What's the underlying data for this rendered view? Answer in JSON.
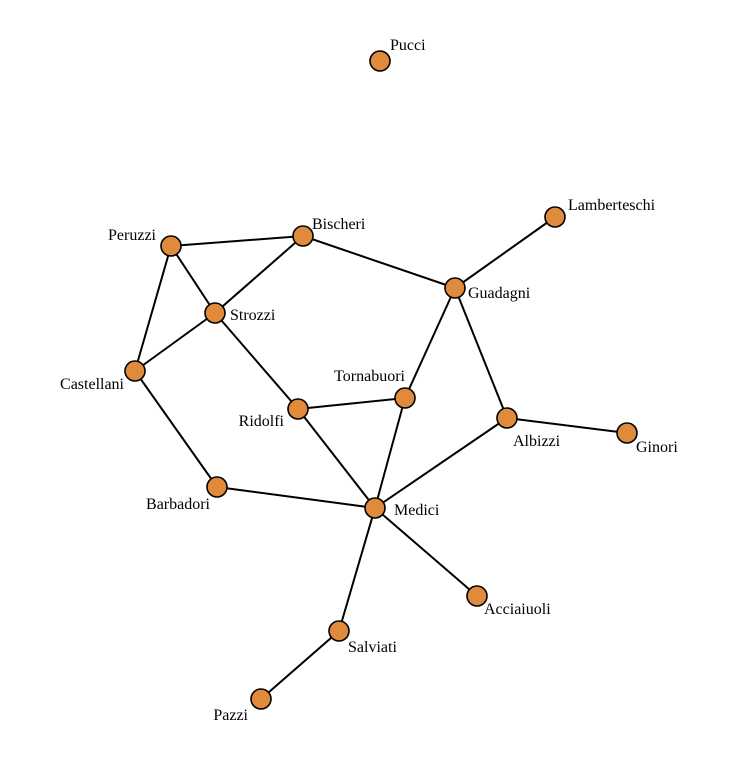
{
  "colors": {
    "node_fill": "#E08A3C",
    "node_stroke": "#000000",
    "edge": "#000000",
    "background": "#ffffff"
  },
  "nodes": [
    {
      "id": "Pucci",
      "label": "Pucci"
    },
    {
      "id": "Lamberteschi",
      "label": "Lamberteschi"
    },
    {
      "id": "Peruzzi",
      "label": "Peruzzi"
    },
    {
      "id": "Bischeri",
      "label": "Bischeri"
    },
    {
      "id": "Guadagni",
      "label": "Guadagni"
    },
    {
      "id": "Strozzi",
      "label": "Strozzi"
    },
    {
      "id": "Castellani",
      "label": "Castellani"
    },
    {
      "id": "Tornabuori",
      "label": "Tornabuori"
    },
    {
      "id": "Ridolfi",
      "label": "Ridolfi"
    },
    {
      "id": "Albizzi",
      "label": "Albizzi"
    },
    {
      "id": "Ginori",
      "label": "Ginori"
    },
    {
      "id": "Barbadori",
      "label": "Barbadori"
    },
    {
      "id": "Medici",
      "label": "Medici"
    },
    {
      "id": "Acciaiuoli",
      "label": "Acciaiuoli"
    },
    {
      "id": "Salviati",
      "label": "Salviati"
    },
    {
      "id": "Pazzi",
      "label": "Pazzi"
    }
  ],
  "edges": [
    [
      "Peruzzi",
      "Bischeri"
    ],
    [
      "Peruzzi",
      "Strozzi"
    ],
    [
      "Peruzzi",
      "Castellani"
    ],
    [
      "Bischeri",
      "Strozzi"
    ],
    [
      "Bischeri",
      "Guadagni"
    ],
    [
      "Strozzi",
      "Castellani"
    ],
    [
      "Strozzi",
      "Ridolfi"
    ],
    [
      "Guadagni",
      "Lamberteschi"
    ],
    [
      "Guadagni",
      "Tornabuori"
    ],
    [
      "Guadagni",
      "Albizzi"
    ],
    [
      "Castellani",
      "Barbadori"
    ],
    [
      "Ridolfi",
      "Tornabuori"
    ],
    [
      "Ridolfi",
      "Medici"
    ],
    [
      "Tornabuori",
      "Medici"
    ],
    [
      "Albizzi",
      "Ginori"
    ],
    [
      "Albizzi",
      "Medici"
    ],
    [
      "Barbadori",
      "Medici"
    ],
    [
      "Medici",
      "Acciaiuoli"
    ],
    [
      "Medici",
      "Salviati"
    ],
    [
      "Salviati",
      "Pazzi"
    ]
  ]
}
